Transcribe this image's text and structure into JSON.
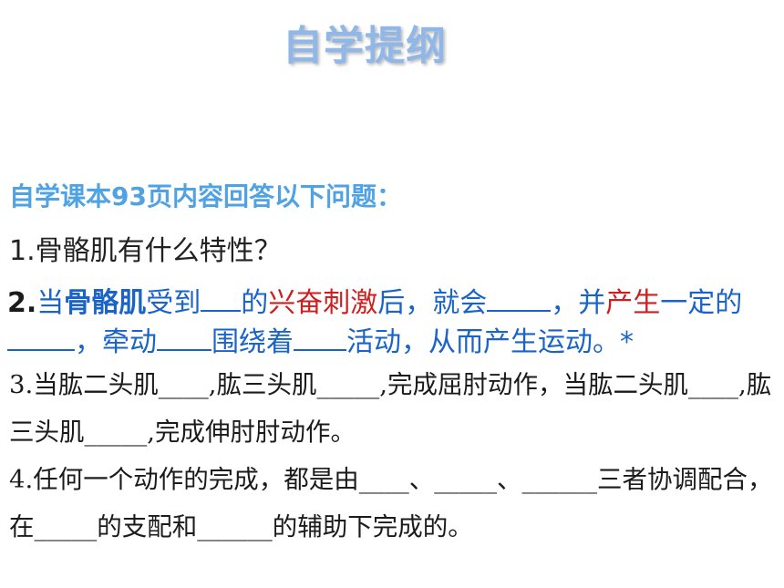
{
  "title": "自学提纲",
  "intro": "自学课本93页内容回答以下问题：",
  "q1": "1.骨骼肌有什么特性？",
  "q2": {
    "num": "2.",
    "s1": "当",
    "s2": "骨骼肌",
    "s3": "受到",
    "s4": "的",
    "s5": "兴奋刺激",
    "s6": "后，就会",
    "s7": "，并",
    "s8": "产生",
    "s9": "一定的",
    "s10": "，牵动",
    "s11": "围绕着",
    "s12": "活动，从而产生运动。",
    "star": "*"
  },
  "q3": "3.当肱二头肌____,肱三头肌_____,完成屈肘动作，当肱二头肌____,肱三头肌_____,完成伸肘肘动作。",
  "q4": "4.任何一个动作的完成，都是由____、_____、______三者协调配合，在_____的支配和______的辅助下完成的。"
}
